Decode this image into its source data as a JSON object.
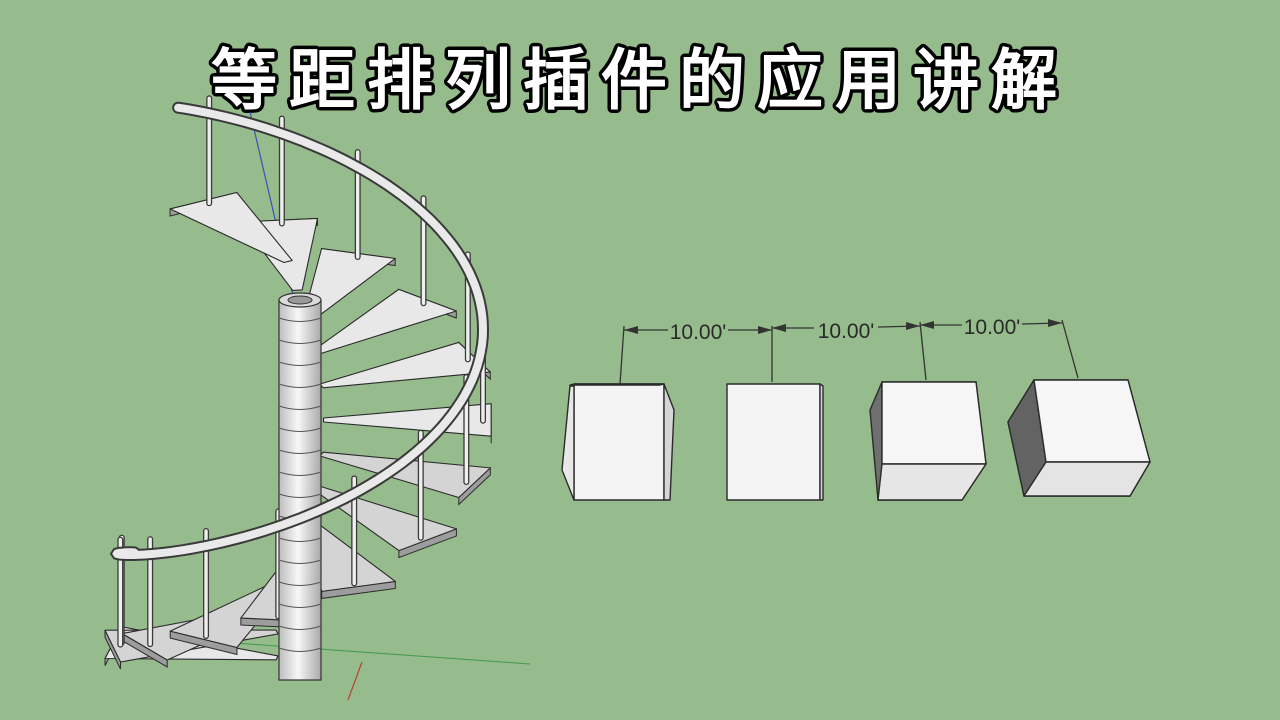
{
  "title": "等距排列插件的应用讲解",
  "dimensions": [
    {
      "label": "10.00'"
    },
    {
      "label": "10.00'"
    },
    {
      "label": "10.00'"
    }
  ],
  "colors": {
    "background": "#96bb8c",
    "model_light": "#eeeeee",
    "model_mid": "#cfcfcf",
    "model_dark": "#6f6f6f",
    "edge": "#2b2b2b"
  },
  "icons": {
    "staircase": "spiral-staircase-model",
    "cubes": "box-model"
  }
}
